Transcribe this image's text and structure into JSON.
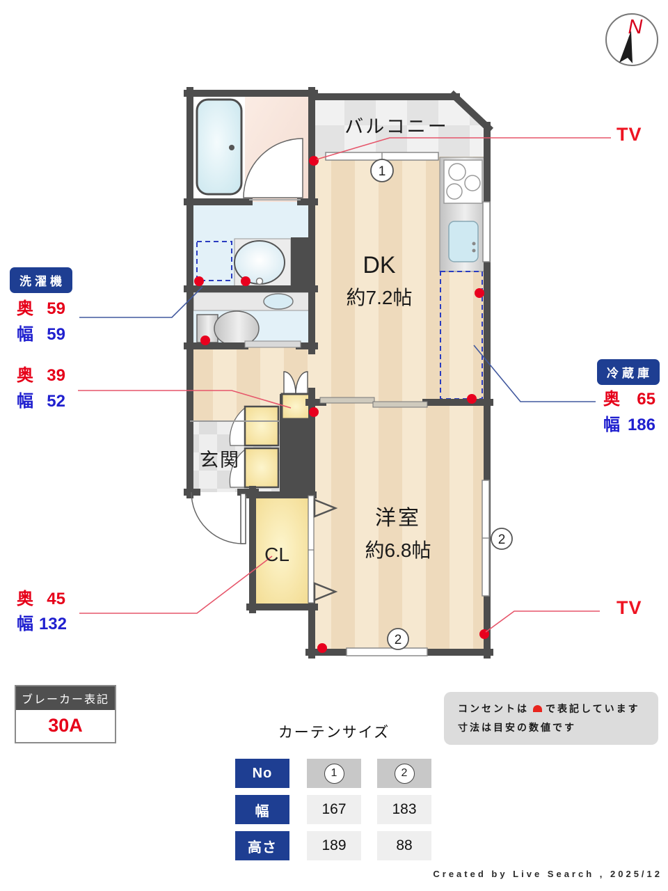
{
  "plan": {
    "compass_label": "N",
    "rooms": {
      "balcony": "バルコニー",
      "dk_name": "DK",
      "dk_size": "約7.2帖",
      "western_name": "洋室",
      "western_size": "約6.8帖",
      "entrance": "玄関",
      "closet": "CL"
    },
    "window_markers": {
      "one": "1",
      "two": "2"
    },
    "tv_label": "TV"
  },
  "annotations": {
    "washer": {
      "title": "洗濯機",
      "depth_label": "奥",
      "depth": "59",
      "width_label": "幅",
      "width": "59"
    },
    "hall_cabinet": {
      "depth_label": "奥",
      "depth": "39",
      "width_label": "幅",
      "width": "52"
    },
    "fridge": {
      "title": "冷蔵庫",
      "depth_label": "奥",
      "depth": "65",
      "width_label": "幅",
      "width": "186"
    },
    "closet": {
      "depth_label": "奥",
      "depth": "45",
      "width_label": "幅",
      "width": "132"
    }
  },
  "breaker": {
    "title": "ブレーカー表記",
    "value": "30A"
  },
  "notes": {
    "line1_prefix": "コンセントは",
    "line1_suffix": "で表記しています",
    "line2": "寸法は目安の数値です"
  },
  "curtain": {
    "title": "カーテンサイズ",
    "headers": {
      "no": "No",
      "width": "幅",
      "height": "高さ"
    },
    "columns": [
      {
        "no": "1",
        "width": "167",
        "height": "189"
      },
      {
        "no": "2",
        "width": "183",
        "height": "88"
      }
    ]
  },
  "credit": "Created by Live Search , 2025/12",
  "colors": {
    "badge_blue": "#1e3e92",
    "depth_red": "#e60019",
    "width_blue": "#2020cf",
    "outlet_red": "#e8001e",
    "wall_gray": "#4d4d4d"
  }
}
